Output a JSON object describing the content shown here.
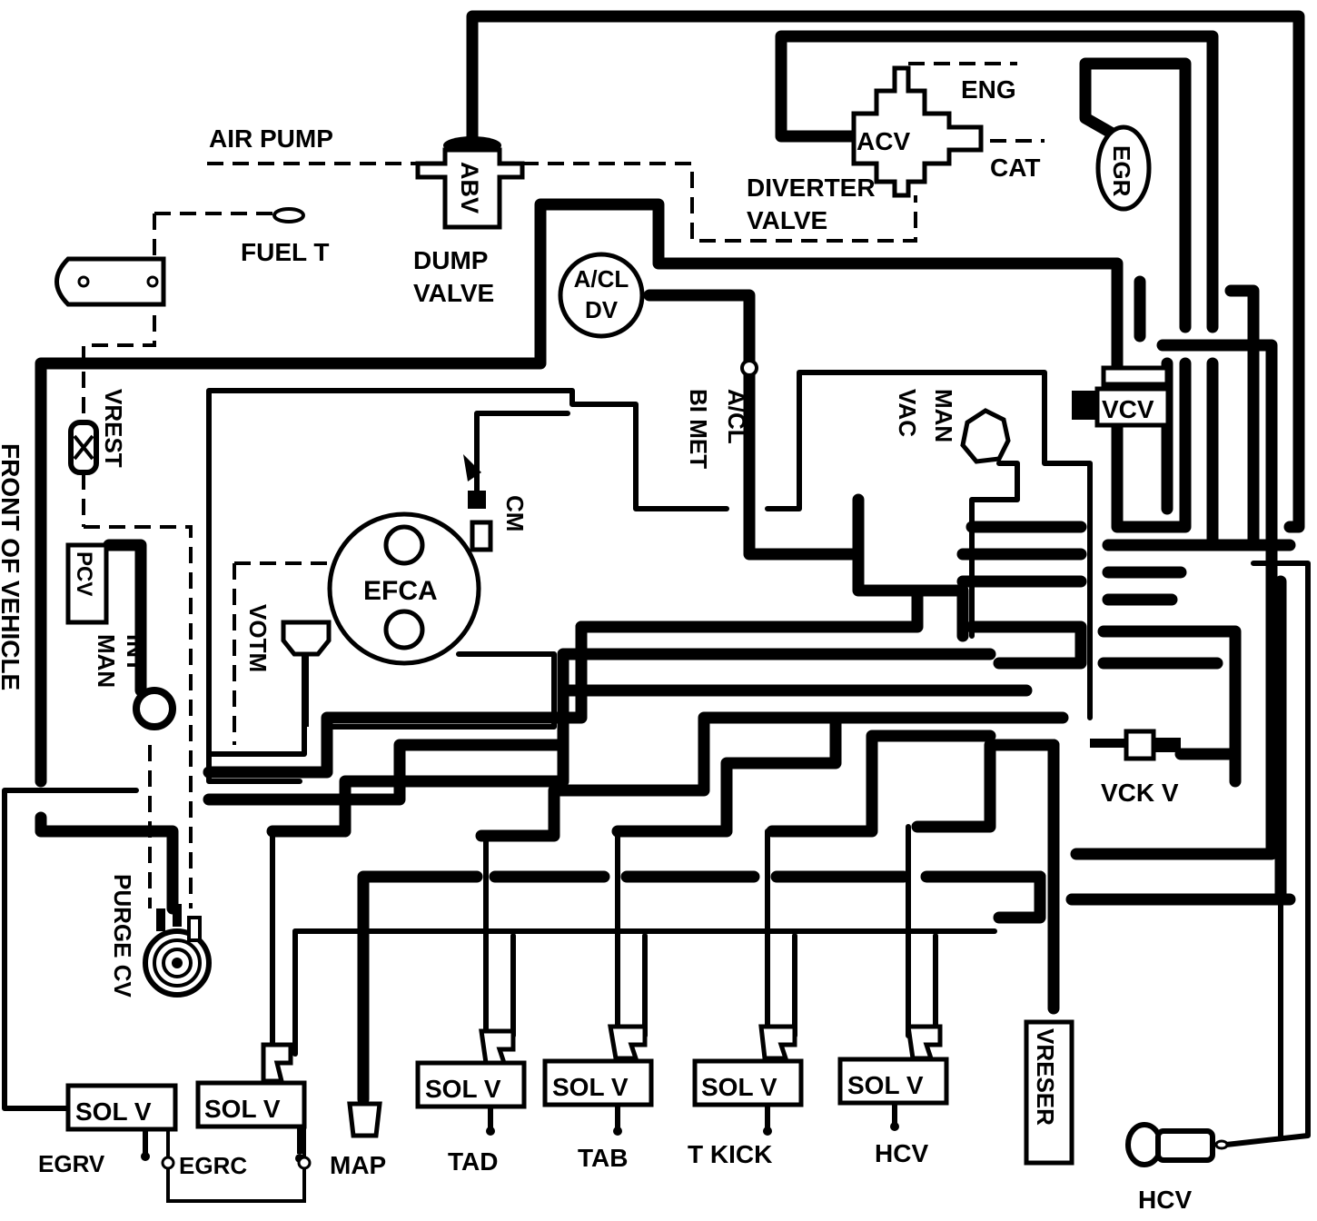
{
  "labels": {
    "air_pump": "AIR PUMP",
    "abv": "ABV",
    "dump_valve_1": "DUMP",
    "dump_valve_2": "VALVE",
    "fuel_t": "FUEL T",
    "eng": "ENG",
    "acv": "ACV",
    "cat": "CAT",
    "diverter_1": "DIVERTER",
    "diverter_2": "VALVE",
    "egr": "EGR",
    "acl_dv_1": "A/CL",
    "acl_dv_2": "DV",
    "acl_bimet_1": "A/CL",
    "acl_bimet_2": "BI MET",
    "man_vac_1": "MAN",
    "man_vac_2": "VAC",
    "vcv": "VCV",
    "vrest": "VREST",
    "front_of_vehicle": "FRONT OF VEHICLE",
    "cm": "CM",
    "efca": "EFCA",
    "votm": "VOTM",
    "pcv": "PCV",
    "int_man_1": "INT",
    "int_man_2": "MAN",
    "vck_v": "VCK V",
    "purge_cv": "PURGE CV",
    "sol_v": "SOL V",
    "egrv": "EGRV",
    "egrc": "EGRC",
    "map": "MAP",
    "tad": "TAD",
    "tab": "TAB",
    "t_kick": "T KICK",
    "hcv": "HCV",
    "vreser": "VRESER",
    "hcv_bottom": "HCV"
  }
}
